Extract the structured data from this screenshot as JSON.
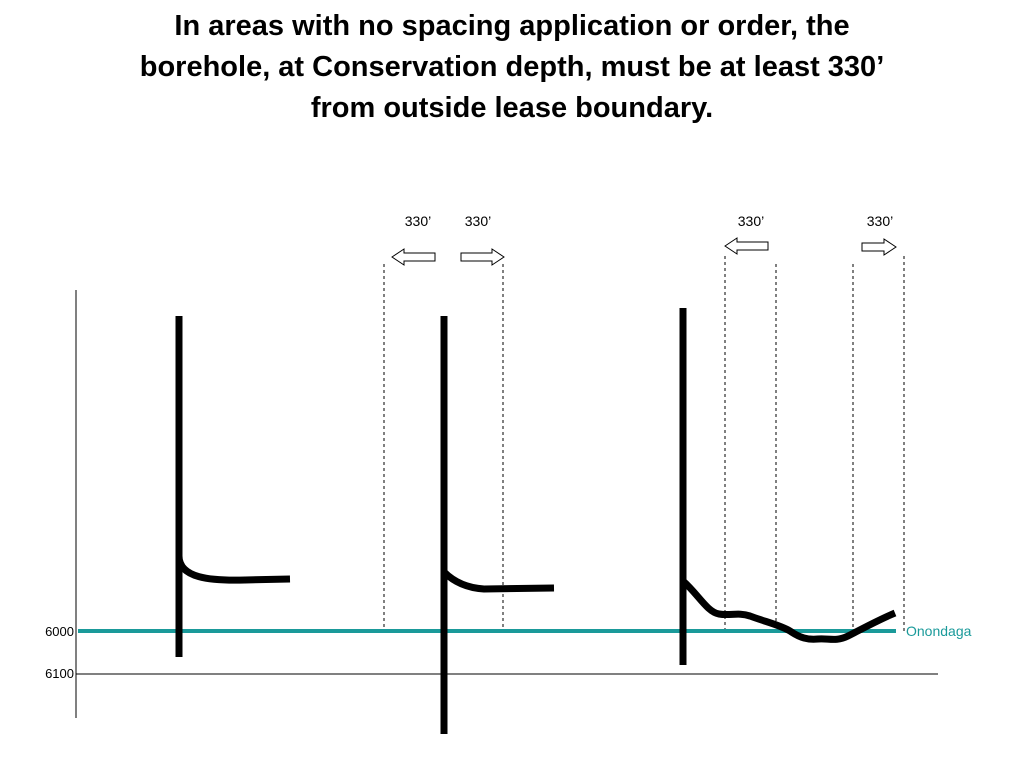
{
  "slide": {
    "title_lines": [
      "In areas with no spacing application or order, the",
      "borehole, at Conservation depth, must be at least 330’",
      "from outside lease boundary."
    ]
  },
  "depth_axis": {
    "ticks": [
      {
        "label": "6000",
        "depth": 6000
      },
      {
        "label": "6100",
        "depth": 6100
      }
    ]
  },
  "formation": {
    "name": "Onondaga",
    "depth": 6000,
    "color": "#1a9a9a"
  },
  "spacing_labels": [
    "330’",
    "330’",
    "330’",
    "330’"
  ],
  "spacing_arrow_directions": [
    "left",
    "right",
    "left",
    "right"
  ],
  "colors": {
    "wellbore": "#000000",
    "boundary_line": "#000000",
    "text": "#000000"
  }
}
